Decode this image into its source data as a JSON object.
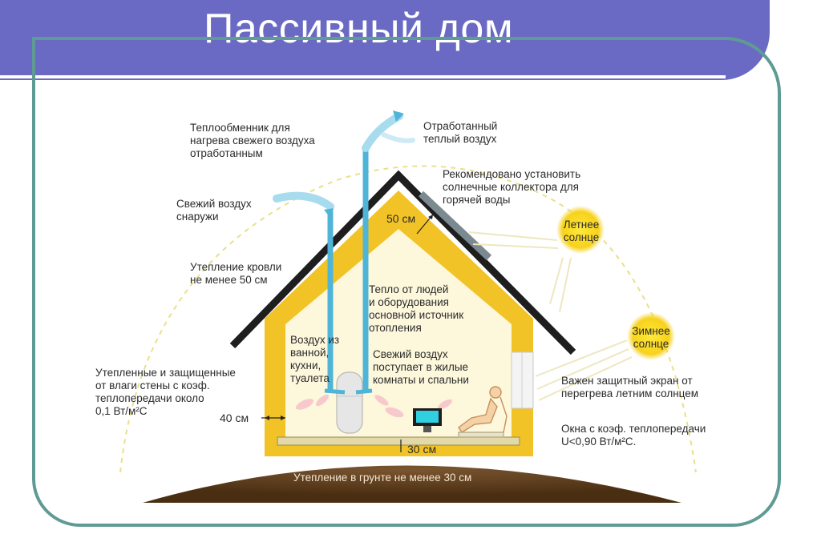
{
  "title": "Пассивный дом",
  "labels": {
    "heat_exchanger": "Теплообменник для\nнагрева свежего воздуха\nотработанным",
    "exhaust_air": "Отработанный\nтеплый воздух",
    "solar_collector": "Рекомендовано установить\nсолнечные коллектора для\nгорячей воды",
    "fresh_air_outside": "Свежий воздух\nснаружи",
    "roof_dim": "50 см",
    "summer_sun": "Летнее\nсолнце",
    "roof_insulation": "Утепление кровли\nне менее 50 см",
    "heat_from_people": "Тепло от людей\nи оборудования\nосновной источник\nотопления",
    "winter_sun": "Зимнее\nсолнце",
    "air_from_rooms": "Воздух из\nванной,\nкухни,\nтуалета",
    "fresh_air_in": "Свежий воздух\nпоступает в жилые\nкомнаты и спальни",
    "walls": "Утепленные и защищенные\nот влаги стены с коэф.\nтеплопередачи около\n0,1 Вт/м²С",
    "sun_screen": "Важен защитный экран от\nперегрева летним солнцем",
    "wall_dim": "40 см",
    "windows": "Окна с коэф. теплопередачи\nU<0,90 Вт/м²С.",
    "floor_dim": "30 см",
    "ground_insulation": "Утепление в грунте не менее 30 см"
  },
  "colors": {
    "banner": "#6a6ac4",
    "panel_border": "#5f9b94",
    "insulation": "#f2c326",
    "interior": "#fdf7dc",
    "roof": "#1e1e1e",
    "ground": "#5a3a1a",
    "air_duct": "#4fb5d8",
    "sun": "#f7d21c"
  }
}
